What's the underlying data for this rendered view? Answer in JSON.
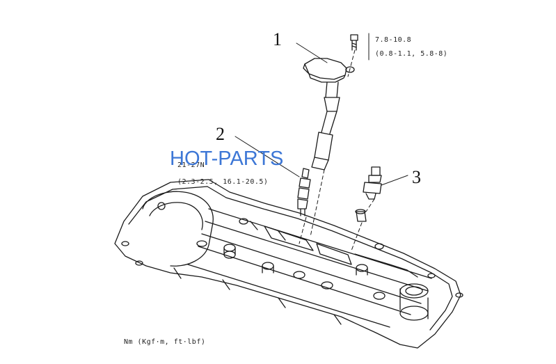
{
  "callouts": {
    "c1": "1",
    "c2": "2",
    "c3": "3"
  },
  "specs": {
    "bolt_torque_line1": "7.8-10.8",
    "bolt_torque_line2": "(0.8-1.1, 5.8-8)",
    "plug_torque_line1": "21-27N",
    "plug_torque_line2": "(2.3-2.5, 16.1-20.5)"
  },
  "watermark": "HOT-PARTS",
  "footer": "Nm (Kgf·m, ft·lbf)",
  "colors": {
    "line": "#1a1a1a",
    "watermark": "#3d77d6",
    "background": "#ffffff"
  }
}
